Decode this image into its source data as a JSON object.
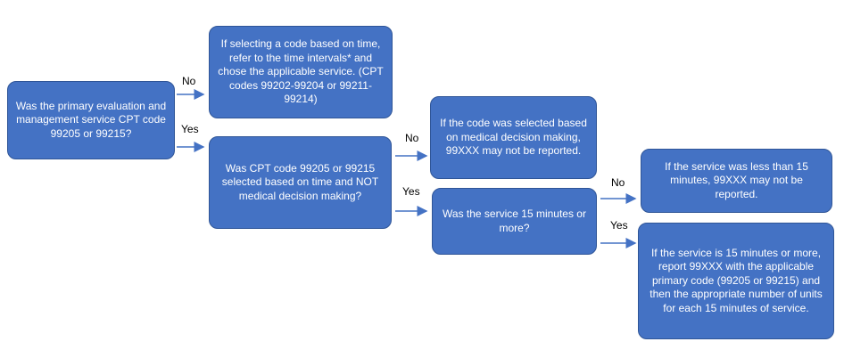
{
  "boxes": {
    "start": "Was the primary evaluation and management service CPT code 99205 or 99215?",
    "time_select": "If selecting a code based on time, refer to the time intervals* and chose the applicable service. (CPT codes 99202-99204 or 99211-99214)",
    "time_based": "Was CPT code 99205 or 99215 selected based on time and NOT medical decision making?",
    "mdm_not_reported": "If the code was selected based on medical decision making, 99XXX may not be reported.",
    "fifteen_min": "Was the service 15 minutes or more?",
    "less_than_15": "If the service was less than 15 minutes, 99XXX may not be reported.",
    "report_99xxx": "If the service is 15 minutes or more, report 99XXX with the applicable primary code (99205 or 99215) and then the appropriate number of units for each 15 minutes of service."
  },
  "labels": {
    "no": "No",
    "yes": "Yes"
  },
  "colors": {
    "box_fill": "#4472c4",
    "box_border": "#2f5597",
    "arrow": "#4472c4"
  }
}
